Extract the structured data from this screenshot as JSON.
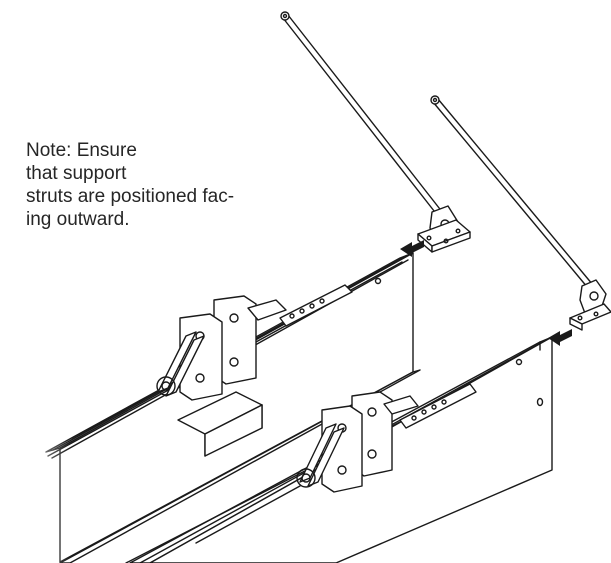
{
  "note": {
    "lines": [
      "Note: Ensure",
      "that support",
      "struts are positioned fac-",
      "ing outward."
    ]
  },
  "colors": {
    "line": "#1a1a1a",
    "fill": "#ffffff",
    "text": "#262626"
  }
}
